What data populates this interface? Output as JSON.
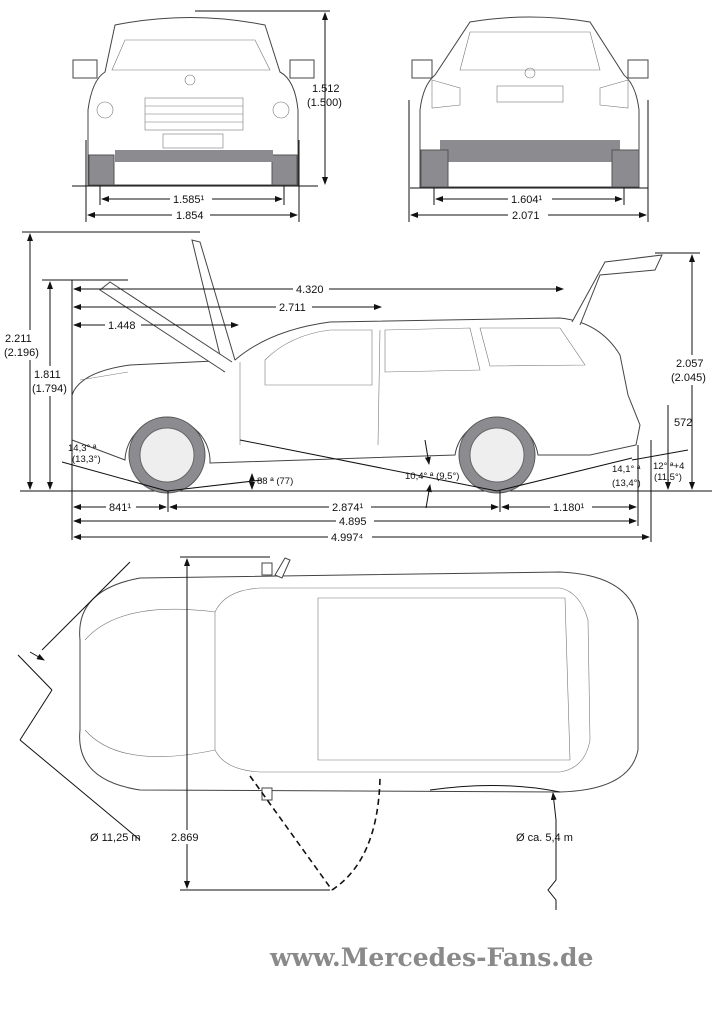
{
  "front_view": {
    "height": "1.512",
    "height_alt": "(1.500)",
    "track_front": "1.585¹",
    "width": "1.854"
  },
  "rear_view": {
    "track_rear": "1.604¹",
    "width_mirrors": "2.071"
  },
  "side_view": {
    "length_tailgate": "4.320",
    "hood_to_b": "2.711",
    "hood_open": "1.448",
    "height_hood_open": "2.211",
    "height_hood_open_alt": "(2.196)",
    "height_tailgate_x": "1.811",
    "height_tailgate_x_alt": "(1.794)",
    "height_tailgate_open": "2.057",
    "height_tailgate_open_alt": "(2.045)",
    "load_sill": "572",
    "approach_angle": "14,3° ª",
    "approach_angle_alt": "(13,3°)",
    "ground_clearance": "88 ª (77)",
    "ramp_angle": "10,4° ª (9,5°)",
    "departure_angle": "14,1° ª",
    "departure_angle_alt": "(13,4°)",
    "tow_angle": "12° ª+4",
    "tow_angle_alt": "(11,5°)",
    "front_overhang": "841¹",
    "wheelbase": "2.874¹",
    "rear_overhang": "1.180¹",
    "length": "4.895",
    "length_tow": "4.997⁴"
  },
  "top_view": {
    "turning_circle": "Ø 11,25 m",
    "door_open": "2.869",
    "tailgate_radius": "Ø ca. 5,4 m"
  },
  "watermark": "www.Mercedes-Fans.de"
}
